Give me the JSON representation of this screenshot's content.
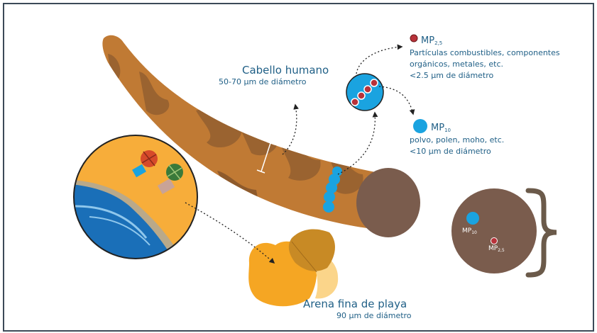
{
  "hair": {
    "title": "Cabello humano",
    "diameter": "50-70 µm de diámetro"
  },
  "sand": {
    "title": "Arena fina de playa",
    "diameter": "90 µm de diámetro"
  },
  "pm25": {
    "prefix": "MP",
    "sub": "2,5",
    "line1": "Partículas combustibles, componentes",
    "line2": "orgánicos, metales, etc.",
    "line3": "<2.5 µm de diámetro"
  },
  "pm10": {
    "prefix": "MP",
    "sub": "10",
    "line1": "polvo, polen, moho, etc.",
    "line2": "<10 µm de diámetro"
  },
  "cross_section": {
    "pm10_prefix": "MP",
    "pm10_sub": "10",
    "pm25_prefix": "MP",
    "pm25_sub": "2,5"
  },
  "colors": {
    "text": "#1f5f86",
    "hair_light": "#c07a34",
    "hair_dark": "#8e5a2b",
    "hair_end": "#7a5c4d",
    "pm10": "#1aa3e0",
    "pm25": "#b8323a",
    "sand": "#f5a623",
    "sand_dark": "#c88a25",
    "brace": "#6b5a4a",
    "frame": "#3c4a58"
  }
}
